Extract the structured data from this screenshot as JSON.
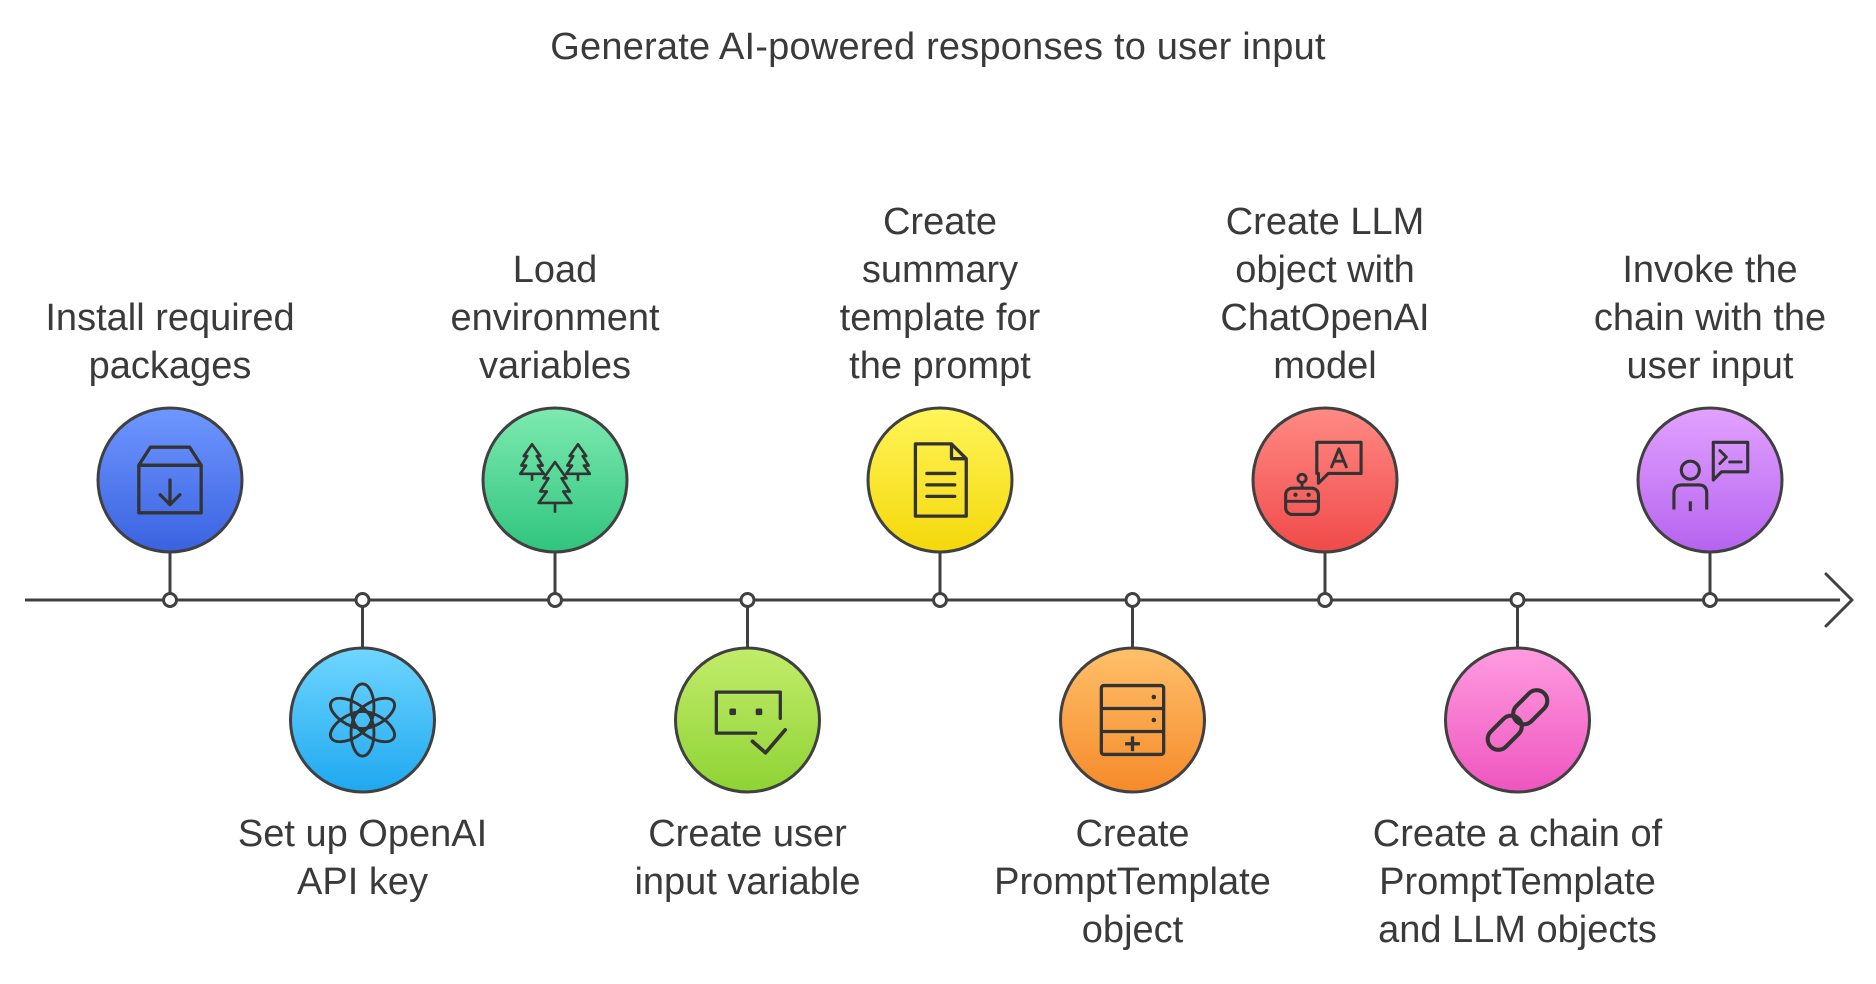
{
  "title": "Generate AI-powered responses to user input",
  "colors": {
    "line": "#404040",
    "text": "#3a3a3a"
  },
  "steps": [
    {
      "label": "Install required\npackages",
      "position": "above",
      "icon": "package-download-icon",
      "color_top": "#6f97ff",
      "color_bottom": "#3a62e0"
    },
    {
      "label": "Set up OpenAI\nAPI key",
      "position": "below",
      "icon": "openai-logo-icon",
      "color_top": "#6fd6ff",
      "color_bottom": "#1fa8f0"
    },
    {
      "label": "Load\nenvironment\nvariables",
      "position": "above",
      "icon": "trees-icon",
      "color_top": "#7eeab0",
      "color_bottom": "#2fc47e"
    },
    {
      "label": "Create user\ninput variable",
      "position": "below",
      "icon": "input-check-icon",
      "color_top": "#c2ec6a",
      "color_bottom": "#8ed334"
    },
    {
      "label": "Create\nsummary\ntemplate for\nthe prompt",
      "position": "above",
      "icon": "document-icon",
      "color_top": "#fff55a",
      "color_bottom": "#f4d80a"
    },
    {
      "label": "Create\nPromptTemplate\nobject",
      "position": "below",
      "icon": "server-add-icon",
      "color_top": "#ffc06a",
      "color_bottom": "#f58a2a"
    },
    {
      "label": "Create LLM\nobject with\nChatOpenAI\nmodel",
      "position": "above",
      "icon": "robot-chat-icon",
      "color_top": "#ff8a84",
      "color_bottom": "#f04a4a"
    },
    {
      "label": "Create a chain of\nPromptTemplate\nand LLM objects",
      "position": "below",
      "icon": "link-icon",
      "color_top": "#ff9ce0",
      "color_bottom": "#ee55bf"
    },
    {
      "label": "Invoke the\nchain with the\nuser input",
      "position": "above",
      "icon": "user-terminal-icon",
      "color_top": "#e2a2ff",
      "color_bottom": "#b563ef"
    }
  ]
}
